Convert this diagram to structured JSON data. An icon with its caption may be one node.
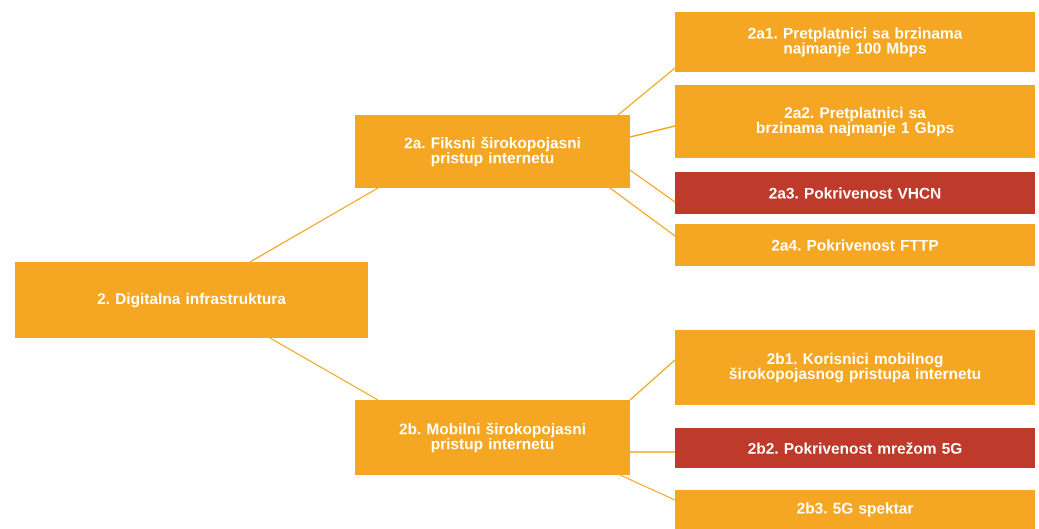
{
  "diagram": {
    "nodes": [
      {
        "text": [
          "2. Digitalna infrastruktura"
        ]
      },
      {
        "text": [
          "2a. Fiksni širokopojasni pristup internetu"
        ]
      },
      {
        "text": [
          "2a1. Pretplatnici sa brzinama najmanje 100 Mbps"
        ]
      },
      {
        "text": [
          "2a2. Pretplatnici sa brzinama najmanje 1 Gbps"
        ]
      },
      {
        "text": [
          "2a3. Pokrivenost VHCN"
        ]
      },
      {
        "text": [
          "2a4. Pokrivenost FTTP"
        ]
      },
      {
        "text": [
          "2b. Mobilni širokopojasni pristup internetu"
        ]
      },
      {
        "text": [
          "2b1. Korisnici mobilnog širokopojasnog pristupa internetu"
        ]
      },
      {
        "text": [
          "2b2. Pokrivenost mrežom 5G"
        ]
      },
      {
        "text": [
          "2b3. 5G spektar"
        ]
      }
    ],
    "edges": [
      {
        "from": 0,
        "to": 1,
        "arrow": "none"
      },
      {
        "from": 0,
        "to": 6,
        "arrow": "none"
      },
      {
        "from": 1,
        "to": 2,
        "arrow": "none"
      },
      {
        "from": 1,
        "to": 3,
        "arrow": "none"
      },
      {
        "from": 1,
        "to": 4,
        "arrow": "none"
      },
      {
        "from": 1,
        "to": 5,
        "arrow": "none"
      },
      {
        "from": 6,
        "to": 7,
        "arrow": "none"
      },
      {
        "from": 6,
        "to": 8,
        "arrow": "none"
      },
      {
        "from": 6,
        "to": 9,
        "arrow": "none"
      }
    ]
  }
}
